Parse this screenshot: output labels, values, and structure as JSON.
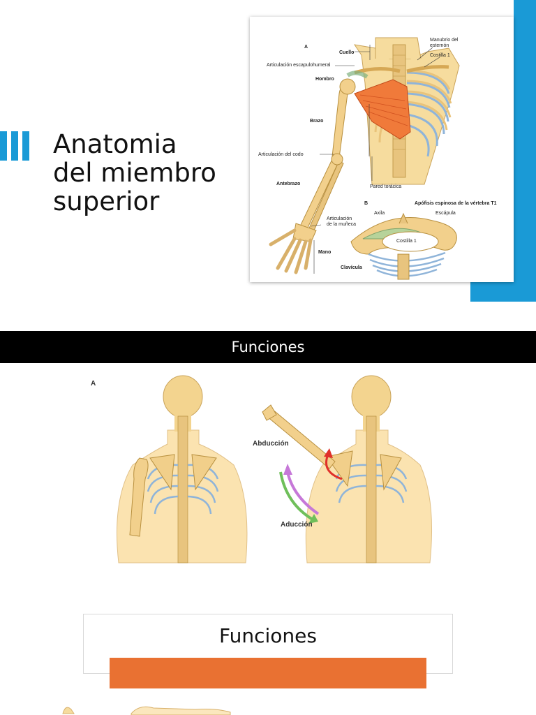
{
  "slide1": {
    "title_lines": [
      "Anatomia",
      "del miembro",
      "superior"
    ],
    "accent_color": "#1a9ad6",
    "figure": {
      "panel_a": "A",
      "panel_b": "B",
      "labels": {
        "cuello": "Cuello",
        "manubrio_line1": "Manubrio del",
        "manubrio_line2": "esternón",
        "costilla1": "Costilla 1",
        "art_escapulo": "Articulación escapulohumeral",
        "hombro": "Hombro",
        "brazo": "Brazo",
        "art_codo": "Articulación del codo",
        "antebrazo": "Antebrazo",
        "pared_toracica": "Pared torácica",
        "apofisis": "Apófisis espinosa de la vértebra T1",
        "axila": "Axila",
        "escapula": "Escápula",
        "costilla1_b": "Costilla 1",
        "art_muneca_line1": "Articulación",
        "art_muneca_line2": "de la muñeca",
        "mano": "Mano",
        "clavicula": "Clavícula"
      }
    }
  },
  "slide2": {
    "header": "Funciones",
    "panel_label": "A",
    "labels": {
      "abduccion": "Abducción",
      "aduccion": "Aducción"
    }
  },
  "slide3": {
    "title": "Funciones",
    "bar_color": "#e97132"
  }
}
